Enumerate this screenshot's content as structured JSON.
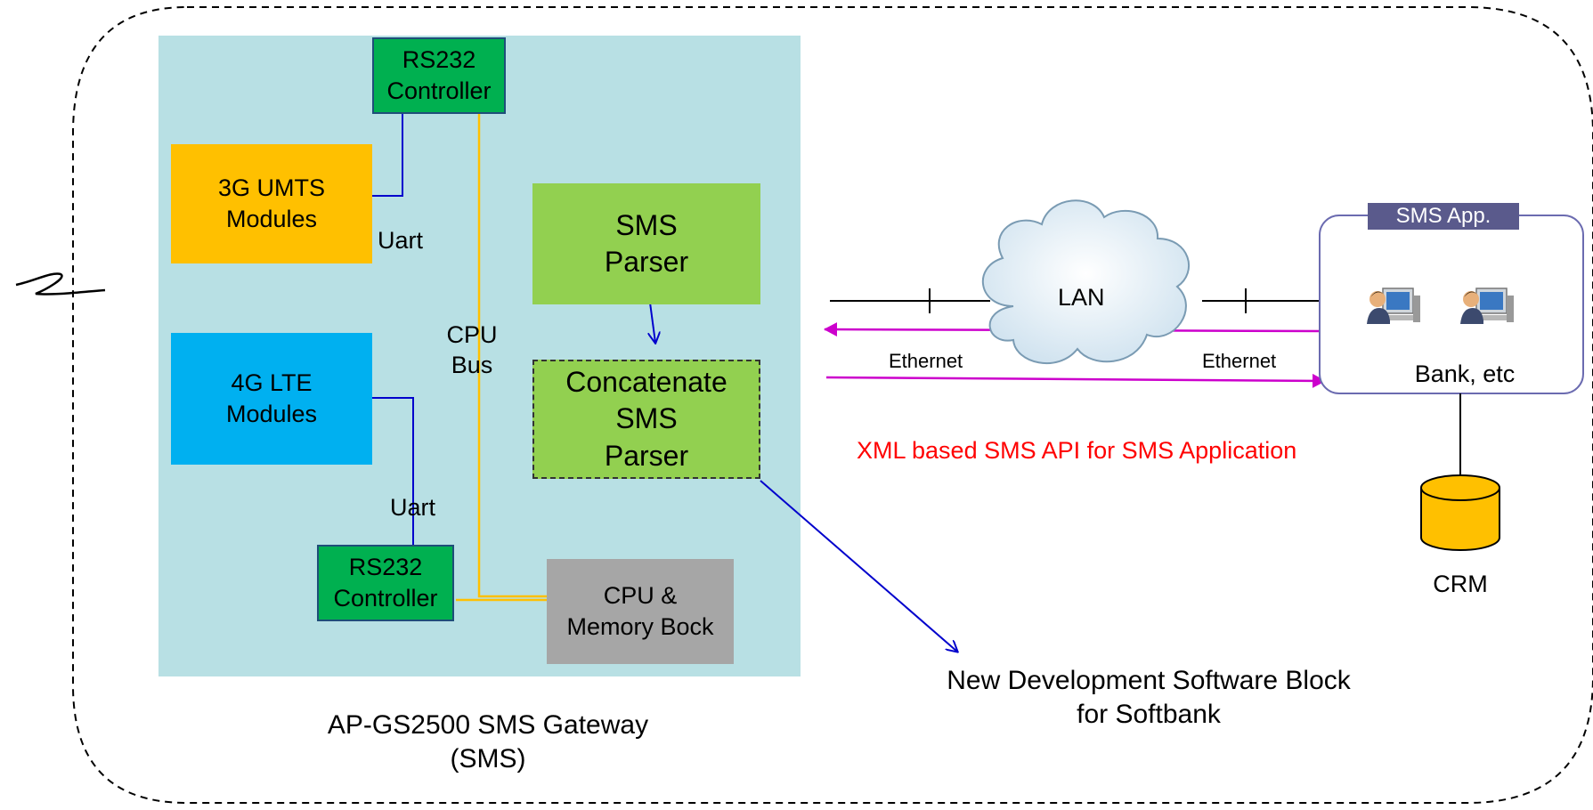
{
  "gateway": {
    "rs232_top": "RS232\nController",
    "umts": "3G UMTS\nModules",
    "uart_top": "Uart",
    "lte": "4G LTE\nModules",
    "uart_bottom": "Uart",
    "rs232_bottom": "RS232\nController",
    "cpu_bus": "CPU\nBus",
    "sms_parser": "SMS\nParser",
    "concat_parser": "Concatenate\nSMS\nParser",
    "cpu_memory": "CPU  &\nMemory Bock",
    "caption": "AP-GS2500 SMS Gateway\n(SMS)"
  },
  "network": {
    "lan": "LAN",
    "ethernet_left": "Ethernet",
    "ethernet_right": "Ethernet",
    "api_note": "XML  based  SMS  API for SMS Application",
    "new_block_caption": "New Development Software Block\nfor Softbank"
  },
  "app": {
    "title": "SMS App.",
    "users": "Bank, etc",
    "db": "CRM"
  },
  "colors": {
    "gateway_bg": "#b8e0e4",
    "rs232": "#00b050",
    "umts": "#ffc000",
    "lte": "#00b0f0",
    "parser": "#92d050",
    "cpu": "#a6a6a6",
    "bus": "#ffc000",
    "link": "#0000cc",
    "ethernet_arrow": "#cc00cc",
    "api_text": "#ff0000",
    "app_title_bg": "#5a5a8c"
  },
  "icons": [
    "cloud-icon",
    "operator-icon",
    "database-icon"
  ]
}
